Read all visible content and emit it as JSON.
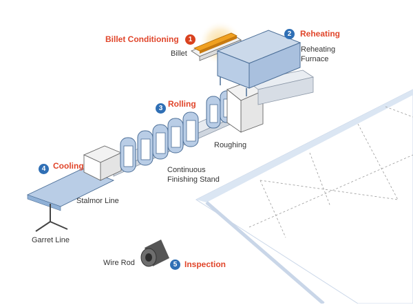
{
  "steps": [
    {
      "num": "1",
      "title": "Billet Conditioning",
      "color": "#d9421f"
    },
    {
      "num": "2",
      "title": "Reheating",
      "color": "#2f6fb5"
    },
    {
      "num": "3",
      "title": "Rolling",
      "color": "#2f6fb5"
    },
    {
      "num": "4",
      "title": "Cooling",
      "color": "#2f6fb5"
    },
    {
      "num": "5",
      "title": "Inspection",
      "color": "#2f6fb5"
    }
  ],
  "labels": {
    "billet": "Billet",
    "reheating_furnace_line1": "Reheating",
    "reheating_furnace_line2": "Furnace",
    "roughing": "Roughing",
    "finishing_line1": "Continuous",
    "finishing_line2": "Finishing Stand",
    "stalmor": "Stalmor Line",
    "garret": "Garret Line",
    "wire_rod": "Wire Rod"
  },
  "colors": {
    "step_title": "#e0452a",
    "machine_fill": "#b9cde6",
    "machine_stroke": "#4a6d96",
    "billet": "#f0a020",
    "highlight_glow": "#f6c66a"
  }
}
